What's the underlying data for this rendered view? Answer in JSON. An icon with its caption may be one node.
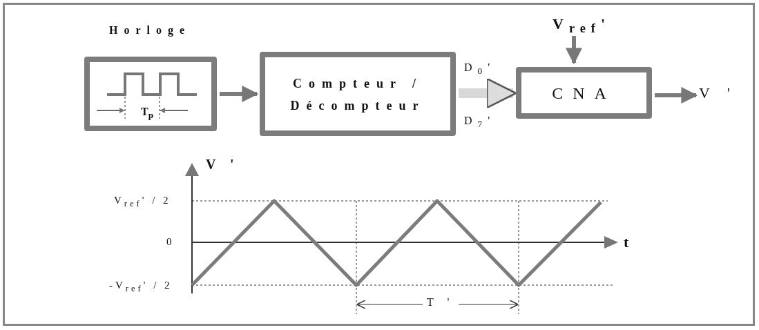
{
  "diagram": {
    "nodes": [
      {
        "text": [
          "Horloge",
          "T$_{p}$"
        ]
      },
      {
        "text": [
          "Compteur / Décompteur"
        ]
      },
      {
        "text": [
          "CNA"
        ]
      },
      {
        "text": [
          "V$_{ref}$'"
        ]
      },
      {
        "text": [
          "V '"
        ]
      }
    ],
    "edges": [
      {
        "from": 0,
        "to": 1,
        "arrow": "to"
      },
      {
        "from": 1,
        "to": 2,
        "arrow": "to",
        "style": "thick",
        "color": "#d8d8d8"
      },
      {
        "from": 3,
        "to": 2,
        "arrow": "to"
      },
      {
        "from": 2,
        "to": 4,
        "arrow": "to"
      }
    ],
    "labels": [
      "D$_{0}$'",
      "D$_{7}$'",
      "V '",
      "V$_{ref}$' / 2",
      "0",
      "t",
      "-V$_{ref}$' / 2",
      "T '"
    ]
  }
}
